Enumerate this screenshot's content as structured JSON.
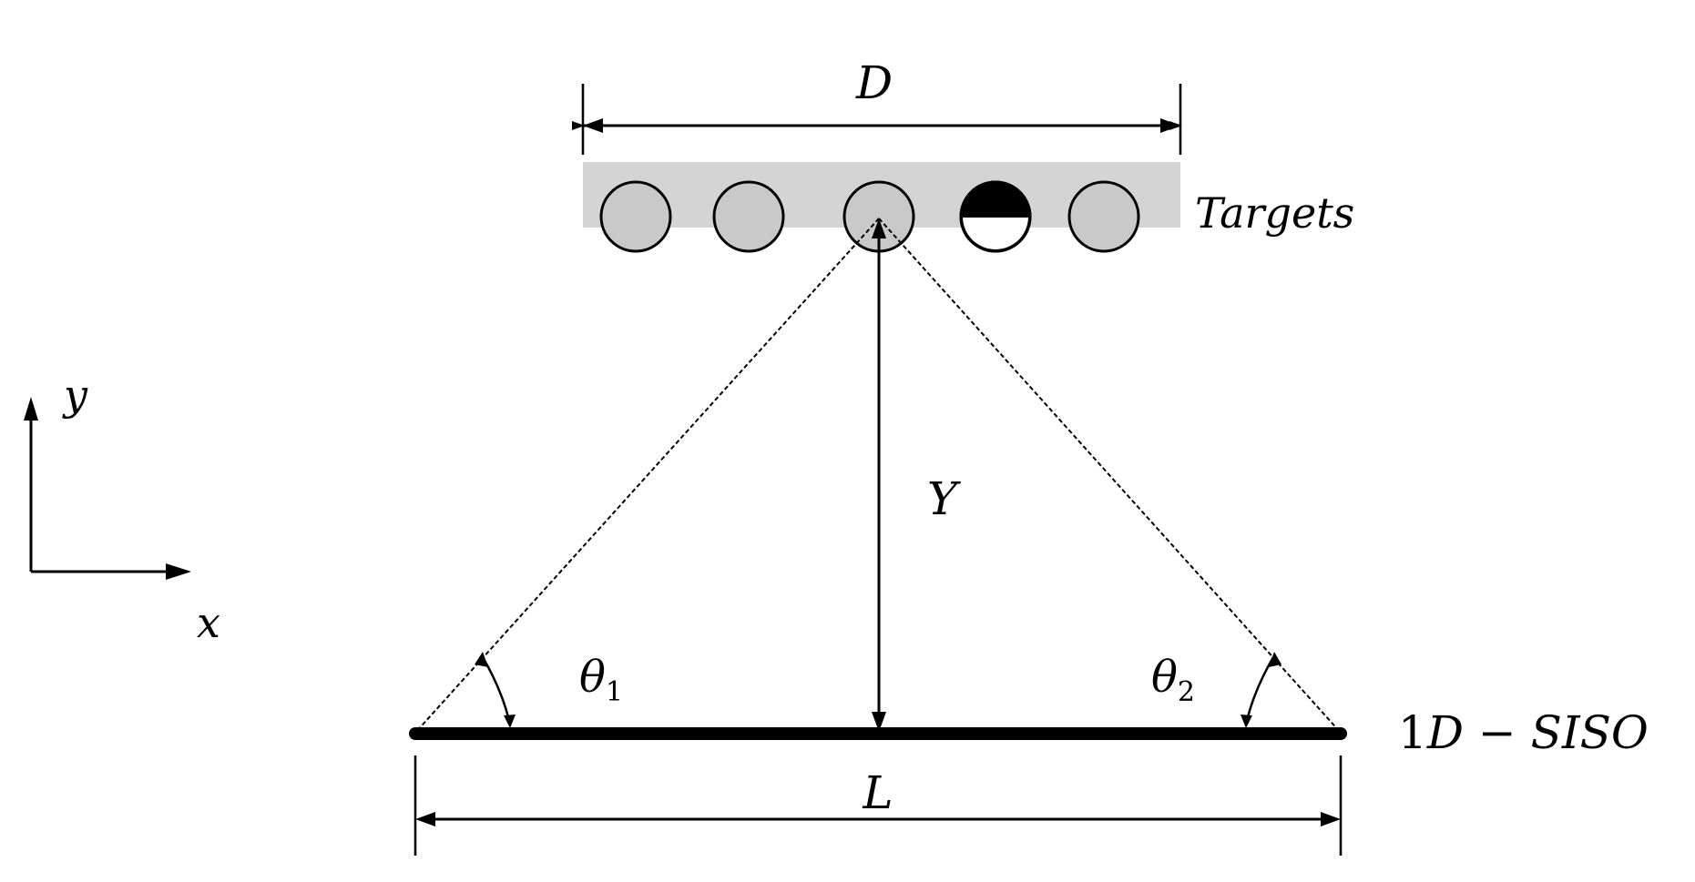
{
  "labels": {
    "aperture_width": "D",
    "targets": "Targets",
    "range": "Y",
    "length": "L",
    "angle_1_symbol": "θ",
    "angle_1_sub": "1",
    "angle_2_symbol": "θ",
    "angle_2_sub": "2",
    "array_prefix": "1",
    "array_name": "D − SISO",
    "axis_y": "y",
    "axis_x": "x"
  },
  "targets": {
    "count": 5,
    "shading": "half-filled-fourth"
  },
  "colors": {
    "ink": "#000000",
    "target_band": "#d4d4d4",
    "target_fill": "#c9c9c9",
    "background": "#ffffff"
  }
}
